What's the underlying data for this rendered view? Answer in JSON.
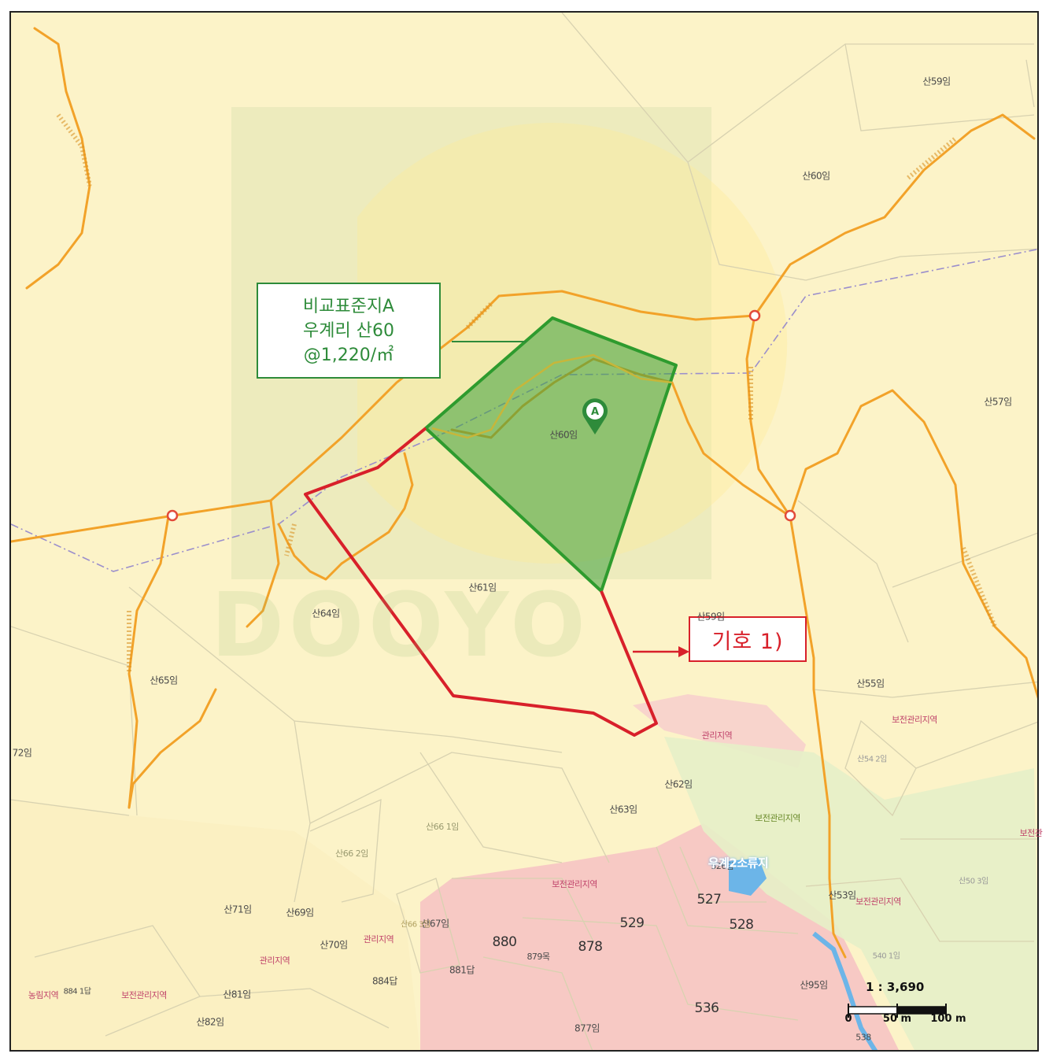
{
  "callout_a": {
    "line1": "비교표준지A",
    "line2": "우계리 산60",
    "line3": "@1,220/㎡"
  },
  "callout_1": {
    "label": "기호 1)"
  },
  "marker": {
    "label": "A"
  },
  "watermark": {
    "text": "DOOYO"
  },
  "scale": {
    "ratio": "1 : 3,690",
    "ticks": [
      "0",
      "50 m",
      "100 m"
    ]
  },
  "parcels": [
    {
      "id": "p-san59-top",
      "label": "산59임"
    },
    {
      "id": "p-san60-ne",
      "label": "산60임"
    },
    {
      "id": "p-san57",
      "label": "산57임"
    },
    {
      "id": "p-san60-center",
      "label": "산60임"
    },
    {
      "id": "p-san61",
      "label": "산61임"
    },
    {
      "id": "p-san64",
      "label": "산64임"
    },
    {
      "id": "p-san59",
      "label": "산59임"
    },
    {
      "id": "p-san65",
      "label": "산65임"
    },
    {
      "id": "p-72",
      "label": "72임"
    },
    {
      "id": "p-san55",
      "label": "산55임"
    },
    {
      "id": "p-san54",
      "label": "산54 2임"
    },
    {
      "id": "p-san62",
      "label": "산62임"
    },
    {
      "id": "p-san63",
      "label": "산63임"
    },
    {
      "id": "p-san66a",
      "label": "산66 1임"
    },
    {
      "id": "p-san66b",
      "label": "산66 2임"
    },
    {
      "id": "p-san71",
      "label": "산71임"
    },
    {
      "id": "p-san69",
      "label": "산69임"
    },
    {
      "id": "p-san67",
      "label": "산67임"
    },
    {
      "id": "p-san66c",
      "label": "산66 3임"
    },
    {
      "id": "p-san70",
      "label": "산70임"
    },
    {
      "id": "p-san81",
      "label": "산81임"
    },
    {
      "id": "p-san82",
      "label": "산82임"
    },
    {
      "id": "p-884-1",
      "label": "884 1답"
    },
    {
      "id": "p-884",
      "label": "884답"
    },
    {
      "id": "p-881",
      "label": "881답"
    },
    {
      "id": "p-880",
      "label": "880"
    },
    {
      "id": "p-879",
      "label": "879목"
    },
    {
      "id": "p-878",
      "label": "878"
    },
    {
      "id": "p-529",
      "label": "529"
    },
    {
      "id": "p-527",
      "label": "527"
    },
    {
      "id": "p-526",
      "label": "526답"
    },
    {
      "id": "p-528",
      "label": "528"
    },
    {
      "id": "p-536",
      "label": "536"
    },
    {
      "id": "p-877",
      "label": "877임"
    },
    {
      "id": "p-san53",
      "label": "산53임"
    },
    {
      "id": "p-san50",
      "label": "산50 3임"
    },
    {
      "id": "p-540",
      "label": "540 1임"
    },
    {
      "id": "p-san95",
      "label": "산95임"
    },
    {
      "id": "p-538",
      "label": "538"
    }
  ],
  "zones": [
    {
      "id": "z-mgmt-1",
      "label": "관리지역"
    },
    {
      "id": "z-cons-mgmt-1",
      "label": "보전관리지역"
    },
    {
      "id": "z-cons-mgmt-2",
      "label": "보전관리지역"
    },
    {
      "id": "z-cons-mgmt-3",
      "label": "보전관리지역"
    },
    {
      "id": "z-mgmt-2",
      "label": "관리지역"
    },
    {
      "id": "z-mgmt-3",
      "label": "관리지역"
    },
    {
      "id": "z-farm",
      "label": "농림지역"
    },
    {
      "id": "z-cons-mgmt-4",
      "label": "보전관리지역"
    },
    {
      "id": "z-cons-mgmt-5",
      "label": "보전관리지역"
    },
    {
      "id": "z-reservoir",
      "label": "우계2소류지"
    },
    {
      "id": "z-cons-mgmt-6",
      "label": "보전관"
    }
  ],
  "colors": {
    "background": "#fcf3c8",
    "road": "#f2a229",
    "boundary": "#d8d2b0",
    "standard_parcel": "#2e8b3a",
    "subject_parcel": "#d8202a",
    "village": "#f7c9c4",
    "conservation": "#e5efc8",
    "water": "#6cb5e8"
  }
}
